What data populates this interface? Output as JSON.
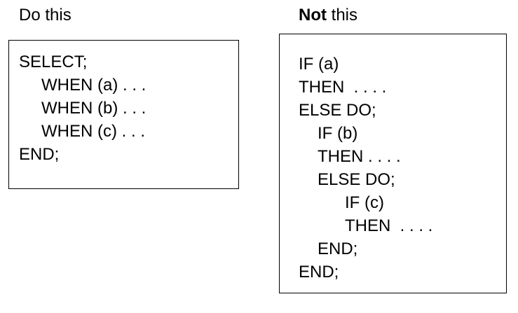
{
  "left": {
    "heading": "Do this",
    "lines": [
      {
        "text": "SELECT;",
        "indent": 0
      },
      {
        "text": "WHEN (a) . . .",
        "indent": 1
      },
      {
        "text": "WHEN (b) . . .",
        "indent": 1
      },
      {
        "text": "WHEN (c) . . .",
        "indent": 1
      },
      {
        "text": "END;",
        "indent": 0
      }
    ]
  },
  "right": {
    "heading_bold": "Not",
    "heading_rest": " this",
    "lines": [
      {
        "text": "IF (a)",
        "indent": 0
      },
      {
        "text": "THEN  . . . .",
        "indent": 0
      },
      {
        "text": "ELSE DO;",
        "indent": 0
      },
      {
        "text": "IF (b)",
        "indent": 1
      },
      {
        "text": "THEN . . . .",
        "indent": 1
      },
      {
        "text": "ELSE DO;",
        "indent": 1
      },
      {
        "text": "IF (c)",
        "indent": 2
      },
      {
        "text": "THEN  . . . .",
        "indent": 2
      },
      {
        "text": "END;",
        "indent": 1
      },
      {
        "text": "END;",
        "indent": 0
      }
    ]
  }
}
